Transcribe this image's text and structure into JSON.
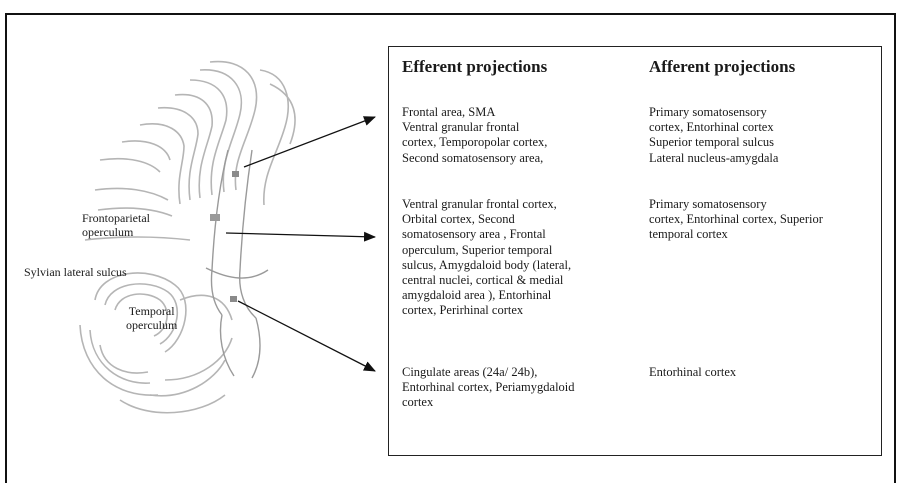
{
  "labels": {
    "frontoparietal": "Frontoparietal\noperculum",
    "sylvian": "Sylvian lateral sulcus",
    "temporal": "Temporal\noperculum"
  },
  "table": {
    "efferent_header": "Efferent projections",
    "afferent_header": "Afferent projections",
    "rows": [
      {
        "efferent": "Frontal area, SMA\nVentral granular frontal\ncortex, Temporopolar cortex,\nSecond somatosensory area,",
        "afferent": "Primary somatosensory\ncortex, Entorhinal cortex\nSuperior temporal sulcus\nLateral nucleus-amygdala"
      },
      {
        "efferent": "Ventral granular frontal cortex,\nOrbital cortex, Second\nsomatosensory area , Frontal\noperculum, Superior temporal\nsulcus, Amygdaloid body (lateral,\ncentral nuclei, cortical & medial\namygdaloid area ), Entorhinal\ncortex, Perirhinal cortex",
        "afferent": "Primary somatosensory\ncortex, Entorhinal cortex, Superior\ntemporal cortex"
      },
      {
        "efferent": "Cingulate areas (24a/ 24b),\nEntorhinal cortex, Periamygdaloid\ncortex",
        "afferent": "Entorhinal cortex"
      }
    ]
  }
}
